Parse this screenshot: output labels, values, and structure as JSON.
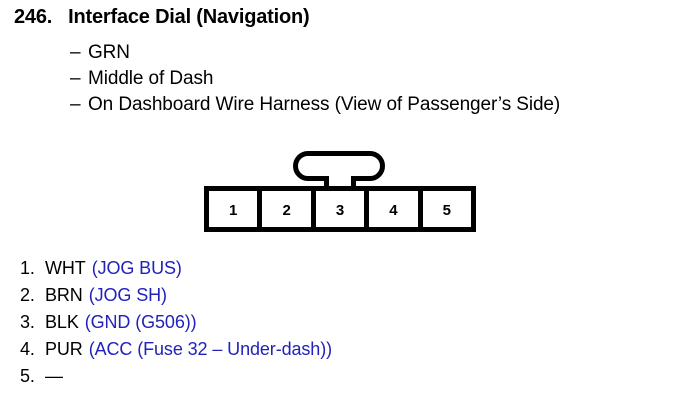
{
  "entry": {
    "number": "246.",
    "title": "Interface Dial (Navigation)"
  },
  "descriptors": {
    "dash": "–",
    "items": [
      {
        "text": "GRN"
      },
      {
        "text": "Middle of Dash"
      },
      {
        "text": "On Dashboard Wire Harness (View of Passenger’s Side)"
      }
    ]
  },
  "connector": {
    "pins": [
      {
        "label": "1"
      },
      {
        "label": "2"
      },
      {
        "label": "3"
      },
      {
        "label": "4"
      },
      {
        "label": "5"
      }
    ]
  },
  "pin_list": {
    "items": [
      {
        "index": "1.",
        "color": "WHT",
        "signal": "(JOG BUS)"
      },
      {
        "index": "2.",
        "color": "BRN",
        "signal": "(JOG SH)"
      },
      {
        "index": "3.",
        "color": "BLK",
        "signal": "(GND (G506))"
      },
      {
        "index": "4.",
        "color": "PUR",
        "signal": "(ACC (Fuse 32 – Under-dash))"
      },
      {
        "index": "5.",
        "color": "—",
        "signal": ""
      }
    ]
  },
  "colors": {
    "text": "#000000",
    "signal_blue": "#2222bb",
    "background": "#ffffff"
  }
}
